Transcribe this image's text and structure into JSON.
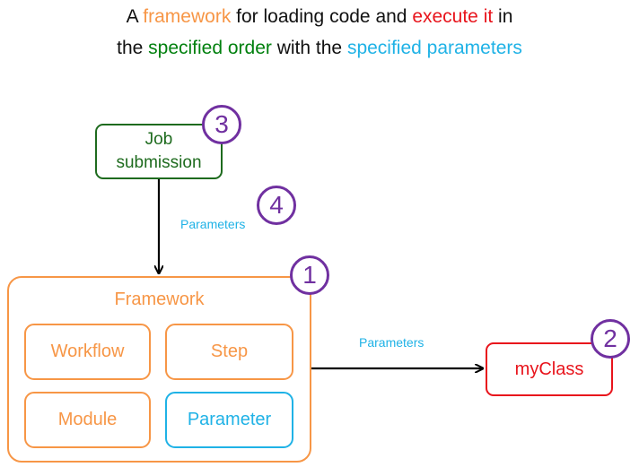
{
  "title": {
    "line1": [
      {
        "text": "A ",
        "color": "#111111"
      },
      {
        "text": "framework",
        "color": "#f79646"
      },
      {
        "text": " for loading code and ",
        "color": "#111111"
      },
      {
        "text": "execute it",
        "color": "#e8141c"
      },
      {
        "text": " in",
        "color": "#111111"
      }
    ],
    "line2": [
      {
        "text": "the ",
        "color": "#111111"
      },
      {
        "text": "specified order",
        "color": "#00800e"
      },
      {
        "text": " with the ",
        "color": "#111111"
      },
      {
        "text": "specified parameters",
        "color": "#1fb2e6"
      }
    ]
  },
  "job_submission": {
    "label": "Job\nsubmission",
    "color": "#1e6b1e"
  },
  "framework": {
    "label": "Framework",
    "color": "#f79646",
    "components": {
      "workflow": "Workflow",
      "step": "Step",
      "module": "Module",
      "parameter": "Parameter"
    },
    "parameter_color": "#1fb2e6"
  },
  "my_class": {
    "label": "myClass",
    "color": "#e8141c"
  },
  "edges": {
    "job_to_framework": {
      "label": "Parameters",
      "color": "#1fb2e6"
    },
    "framework_to_myclass": {
      "label": "Parameters",
      "color": "#1fb2e6"
    }
  },
  "badges": {
    "framework": "1",
    "my_class": "2",
    "job_submission": "3",
    "parameters": "4",
    "color": "#7030a0"
  }
}
